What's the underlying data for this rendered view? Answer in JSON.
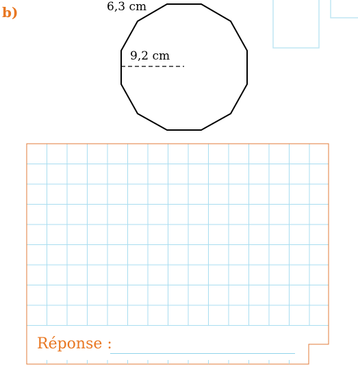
{
  "exercise": {
    "label": "b)",
    "side_length": "6,3 cm",
    "apothem_length": "9,2 cm"
  },
  "answer": {
    "label": "Réponse :"
  },
  "colors": {
    "accent": "#E87722",
    "grid": "#A8DDF0",
    "frame": "#E07B39",
    "shape": "#000000"
  }
}
